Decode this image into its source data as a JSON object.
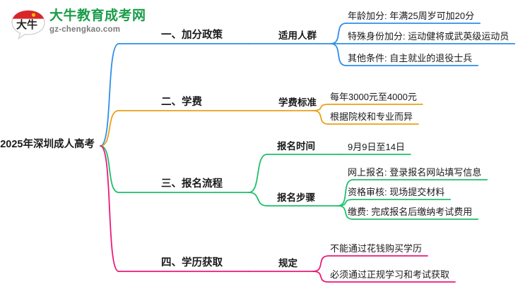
{
  "logo": {
    "mark_text": "大牛",
    "title": "大牛教育成考网",
    "domain": "gz-chengkao.com",
    "title_color": "#1a9c4a",
    "mark_color": "#d9252a"
  },
  "mindmap": {
    "root": {
      "label": "2025年深圳成人高考"
    },
    "colors": {
      "branch1": "#2e8fe8",
      "branch2": "#e9a117",
      "branch3": "#1fbf6b",
      "branch4": "#ec1a78"
    },
    "branches": [
      {
        "id": "branch1",
        "label": "一、加分政策",
        "color": "#2e8fe8",
        "subs": [
          {
            "label": "适用人群",
            "leaves": [
              "年龄加分: 年满25周岁可加20分",
              "特殊身份加分: 运动健将或武英级运动员",
              "其他条件: 自主就业的退役士兵"
            ]
          }
        ]
      },
      {
        "id": "branch2",
        "label": "二、学费",
        "color": "#e9a117",
        "subs": [
          {
            "label": "学费标准",
            "leaves": [
              "每年3000元至4000元",
              "根据院校和专业而异"
            ]
          }
        ]
      },
      {
        "id": "branch3",
        "label": "三、报名流程",
        "color": "#1fbf6b",
        "subs": [
          {
            "label": "报名时间",
            "leaves": [
              "9月9日至14日"
            ]
          },
          {
            "label": "报名步骤",
            "leaves": [
              "网上报名: 登录报名网站填写信息",
              "资格审核: 现场提交材料",
              "缴费: 完成报名后缴纳考试费用"
            ]
          }
        ]
      },
      {
        "id": "branch4",
        "label": "四、学历获取",
        "color": "#ec1a78",
        "subs": [
          {
            "label": "规定",
            "leaves": [
              "不能通过花钱购买学历",
              "必须通过正规学习和考试获取"
            ]
          }
        ]
      }
    ]
  }
}
